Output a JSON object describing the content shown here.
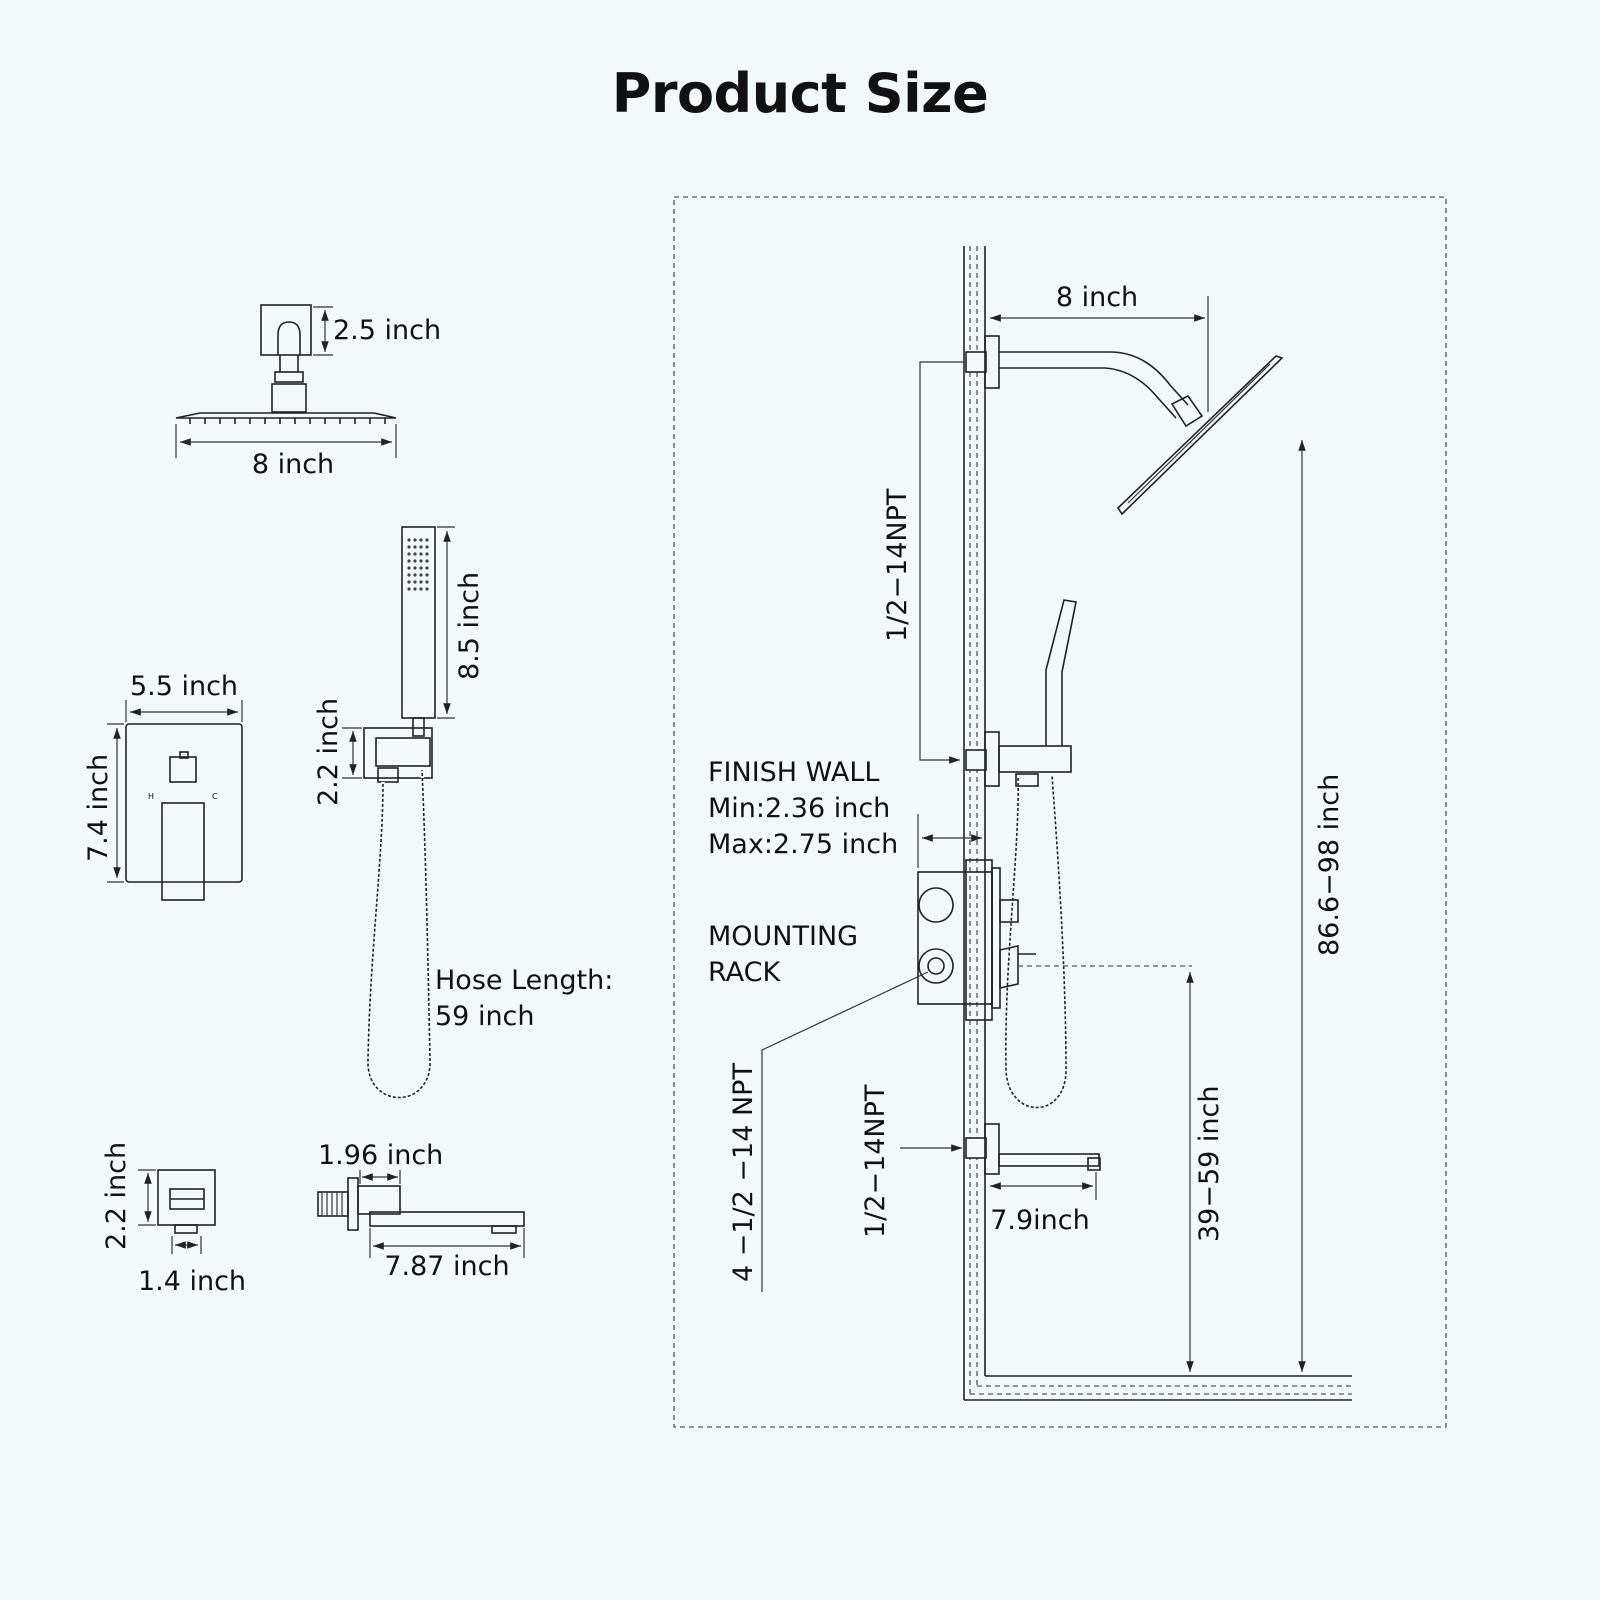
{
  "title": "Product Size",
  "labels": {
    "arm_height": "2.5 inch",
    "head_width": "8 inch",
    "handheld_length": "8.5 inch",
    "holder_height": "2.2 inch",
    "plate_width": "5.5 inch",
    "plate_height": "7.4 inch",
    "plate_h": "H",
    "plate_c": "C",
    "hose_line1": "Hose Length:",
    "hose_line2": "59 inch",
    "elbow_height": "2.2 inch",
    "elbow_width": "1.4 inch",
    "spout_depth": "1.96 inch",
    "spout_length": "7.87 inch",
    "install_head_reach": "8 inch",
    "npt_upper": "1/2−14NPT",
    "finish_wall_title": "FINISH WALL",
    "finish_wall_min": "Min:2.36 inch",
    "finish_wall_max": "Max:2.75 inch",
    "mounting_line1": "MOUNTING",
    "mounting_line2": "RACK",
    "npt_valve": "4 −1/2 −14 NPT",
    "npt_lower": "1/2−14NPT",
    "spout_reach": "7.9inch",
    "valve_height": "39−59 inch",
    "head_height": "86.6−98 inch"
  },
  "arrow_color": "#222222",
  "background": "#f3f9fb"
}
